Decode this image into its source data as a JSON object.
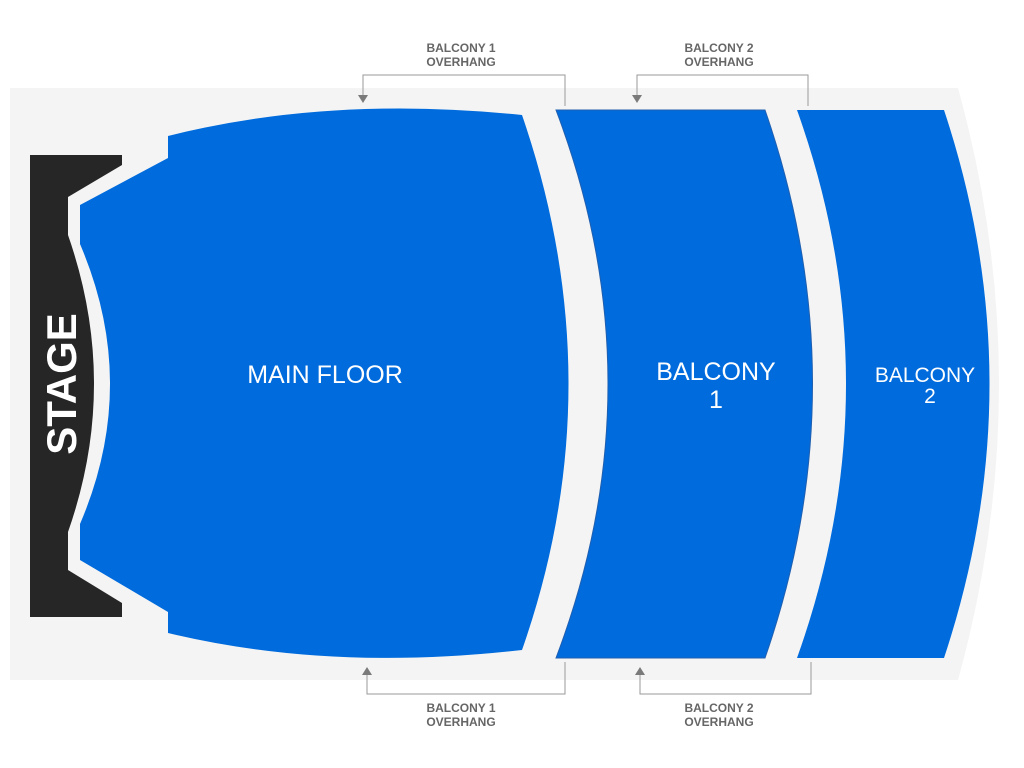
{
  "colors": {
    "section_fill": "#006bdc",
    "section_stroke": "#1f5fb0",
    "stage_fill": "#262626",
    "background_shape": "#f4f4f4"
  },
  "stage": {
    "label": "STAGE"
  },
  "sections": {
    "main_floor": {
      "label": "MAIN FLOOR"
    },
    "balcony_1": {
      "line1": "BALCONY",
      "line2": "1"
    },
    "balcony_2": {
      "line1": "BALCONY",
      "line2": "2"
    }
  },
  "overhang_labels": {
    "balcony1_top": {
      "line1": "BALCONY 1",
      "line2": "OVERHANG"
    },
    "balcony2_top": {
      "line1": "BALCONY 2",
      "line2": "OVERHANG"
    },
    "balcony1_bottom": {
      "line1": "BALCONY 1",
      "line2": "OVERHANG"
    },
    "balcony2_bottom": {
      "line1": "BALCONY 2",
      "line2": "OVERHANG"
    }
  }
}
